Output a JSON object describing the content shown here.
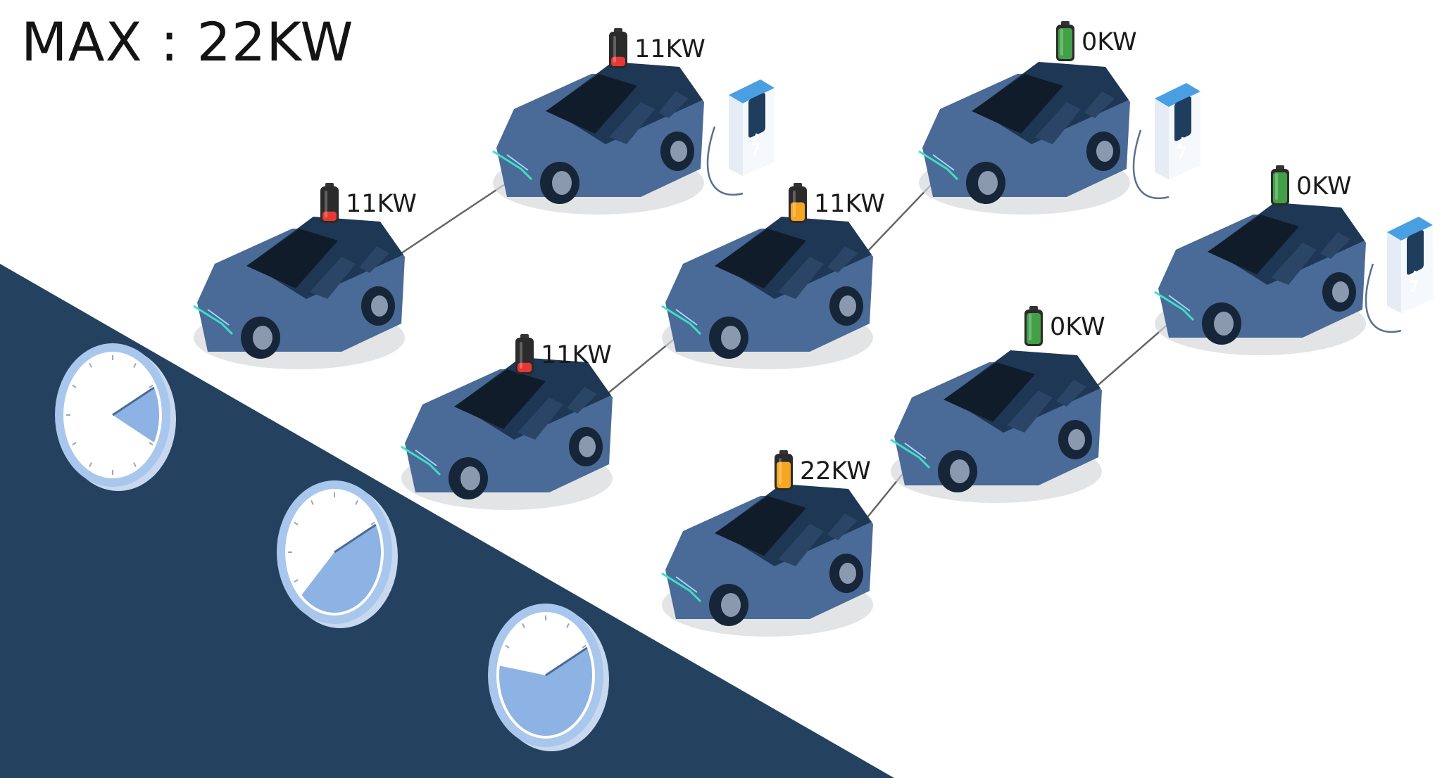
{
  "title": "MAX : 22KW",
  "colors": {
    "background": "#ffffff",
    "panel": "#244260",
    "car_body": "#4a6a97",
    "car_roof": "#1e3754",
    "car_window": "#111c2b",
    "cable": "#666666",
    "charger": "#e6ecf5",
    "charger_accent": "#4a9fe2",
    "battery_low": "#e53935",
    "battery_mid": "#f6a623",
    "battery_full": "#43a047",
    "gauge_ring": "#a9c6ec",
    "gauge_face": "#ffffff",
    "gauge_fill": "#8db3e4"
  },
  "cars": [
    {
      "id": "car-1",
      "label": "11KW",
      "battery": "low",
      "level": 0.3
    },
    {
      "id": "car-2",
      "label": "11KW",
      "battery": "low",
      "level": 0.3
    },
    {
      "id": "car-3",
      "label": "11KW",
      "battery": "mid",
      "level": 0.6
    },
    {
      "id": "car-4",
      "label": "0KW",
      "battery": "full",
      "level": 1.0
    },
    {
      "id": "car-5",
      "label": "11KW",
      "battery": "low",
      "level": 0.3
    },
    {
      "id": "car-6",
      "label": "0KW",
      "battery": "full",
      "level": 1.0
    },
    {
      "id": "car-7",
      "label": "0KW",
      "battery": "full",
      "level": 1.0
    },
    {
      "id": "car-8",
      "label": "22KW",
      "battery": "mid",
      "level": 0.85
    }
  ],
  "chargers": [
    "charger-1",
    "charger-2",
    "charger-3"
  ],
  "gauges": [
    {
      "id": "gauge-1",
      "fill": 0.15
    },
    {
      "id": "gauge-2",
      "fill": 0.45
    },
    {
      "id": "gauge-3",
      "fill": 0.6
    }
  ]
}
